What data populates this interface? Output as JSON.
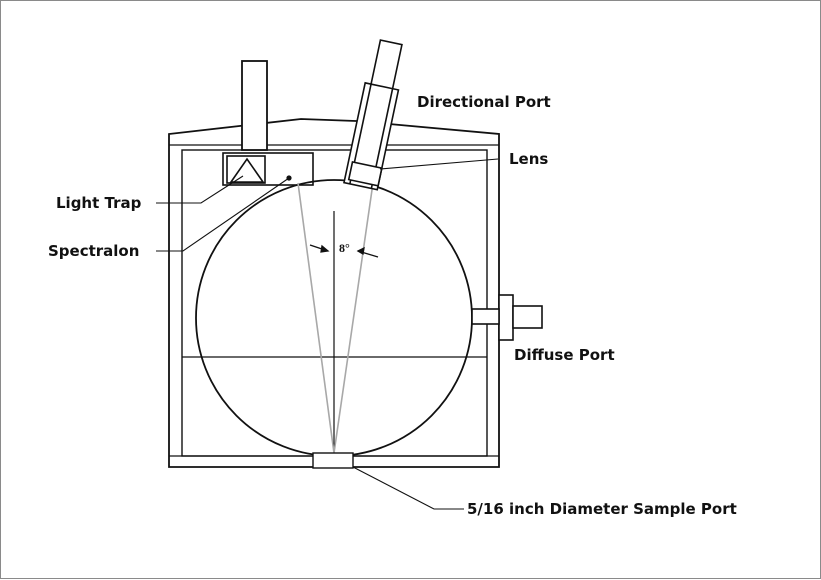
{
  "labels": {
    "directional_port": "Directional Port",
    "lens": "Lens",
    "light_trap": "Light Trap",
    "spectralon": "Spectralon",
    "angle": "8°",
    "diffuse_port": "Diffuse Port",
    "sample_port": "5/16 inch Diameter Sample Port"
  }
}
